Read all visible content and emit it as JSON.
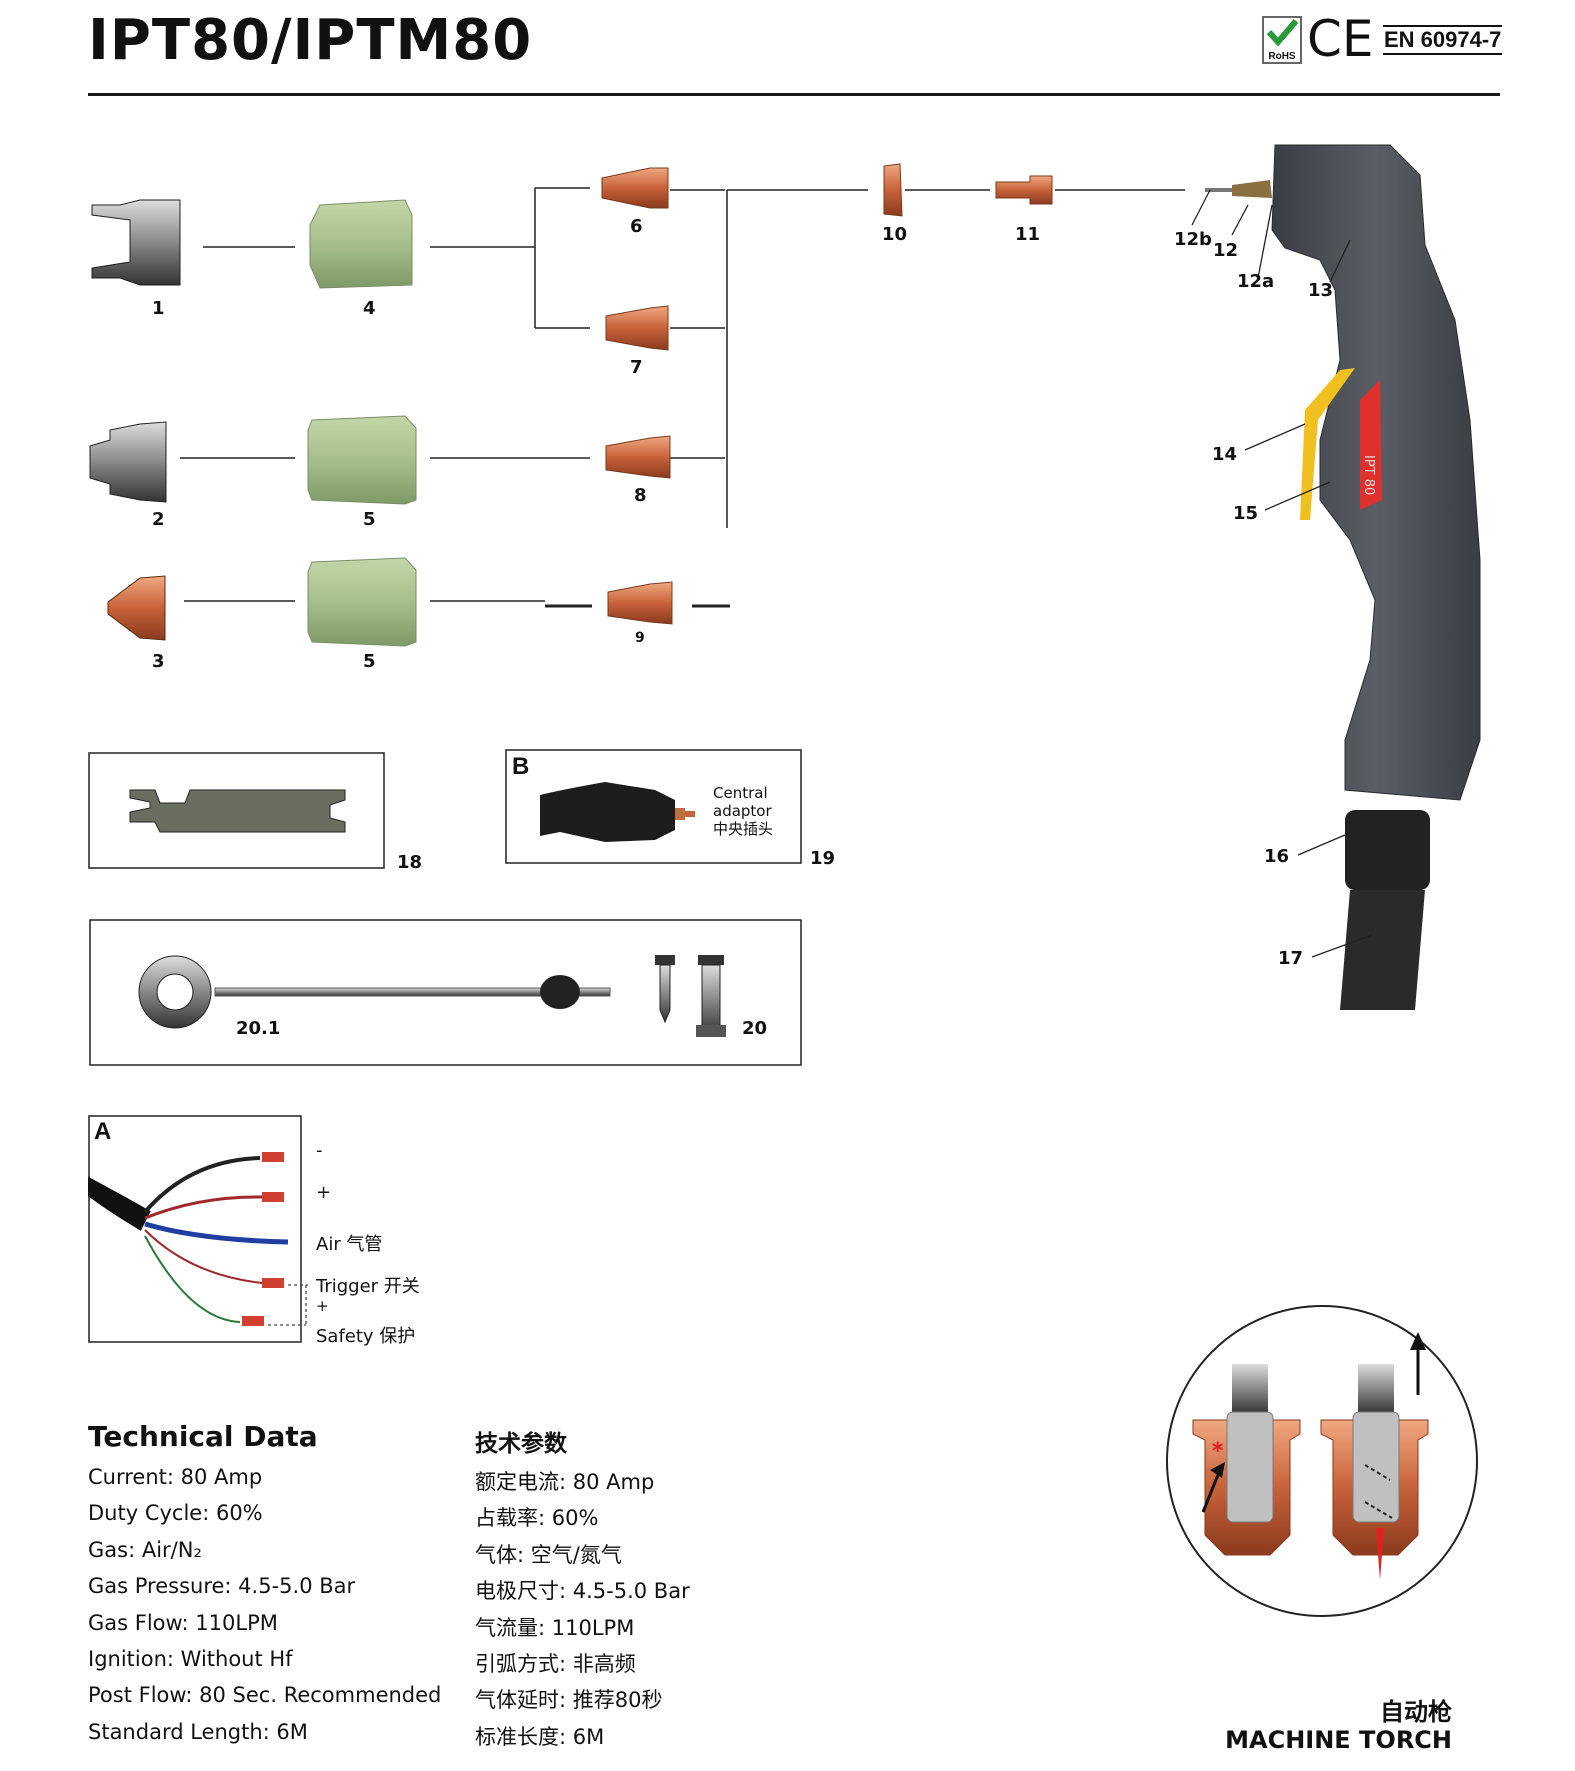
{
  "header": {
    "title": "IPT80/IPTM80",
    "cert_rohs": "RoHS",
    "cert_ce": "CE",
    "cert_standard": "EN 60974-7"
  },
  "parts": {
    "labels": [
      "1",
      "4",
      "6",
      "7",
      "2",
      "5",
      "8",
      "3",
      "5",
      "9",
      "10",
      "11",
      "12b",
      "12",
      "12a",
      "13",
      "14",
      "15",
      "16",
      "17"
    ]
  },
  "torch": {
    "brand_text": "IPT 80"
  },
  "box18": {
    "label": "18"
  },
  "box19": {
    "letter": "B",
    "caption_line1": "Central",
    "caption_line2": "adaptor",
    "caption_line3": "中央插头",
    "label": "19"
  },
  "box20": {
    "label_left": "20.1",
    "label_right": "20"
  },
  "wiring": {
    "letter": "A",
    "minus": "-",
    "plus": "+",
    "air": "Air 气管",
    "trigger": "Trigger 开关",
    "plus2": "+",
    "safety": "Safety 保护"
  },
  "tech_en": {
    "heading": "Technical Data",
    "rows": [
      "Current: 80 Amp",
      "Duty Cycle: 60%",
      "Gas: Air/N₂",
      "Gas Pressure: 4.5-5.0 Bar",
      "Gas Flow: 110LPM",
      "Ignition: Without Hf",
      "Post Flow: 80 Sec. Recommended",
      "Standard Length: 6M"
    ]
  },
  "tech_cn": {
    "heading": "技术参数",
    "rows": [
      "额定电流: 80 Amp",
      "占载率: 60%",
      "气体: 空气/氮气",
      "电极尺寸: 4.5-5.0 Bar",
      "气流量: 110LPM",
      "引弧方式: 非高频",
      "气体延时: 推荐80秒",
      "标准长度: 6M"
    ]
  },
  "machine_torch": {
    "cn": "自动枪",
    "en": "MACHINE TORCH"
  },
  "colors": {
    "copper": "#c8623a",
    "ceramic": "#a6bf8a",
    "torch_body": "#4a4e55",
    "trigger_red": "#e0302c",
    "trigger_yellow": "#f0c020"
  }
}
